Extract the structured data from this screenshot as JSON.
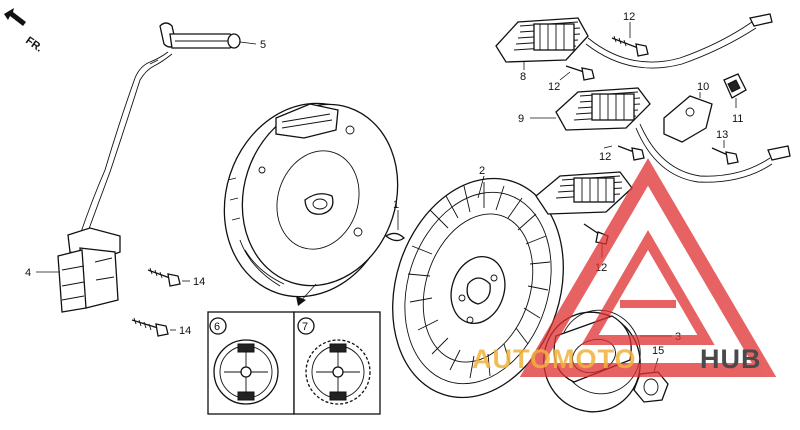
{
  "direction_label": "FR.",
  "callouts": {
    "p1": "1",
    "p2": "2",
    "p3": "3",
    "p4": "4",
    "p5": "5",
    "p6": "6",
    "p7": "7",
    "p8": "8",
    "p9": "9",
    "p10": "10",
    "p11": "11",
    "p12a": "12",
    "p12b": "12",
    "p12c": "12",
    "p12d": "12",
    "p13": "13",
    "p14a": "14",
    "p14b": "14",
    "p15": "15"
  },
  "watermark": {
    "word_left": "AUTOMOTO",
    "word_right": "HUB",
    "color_left": "#f0b23a",
    "color_right": "#4a4a4a",
    "mark_color": "#e03030"
  }
}
